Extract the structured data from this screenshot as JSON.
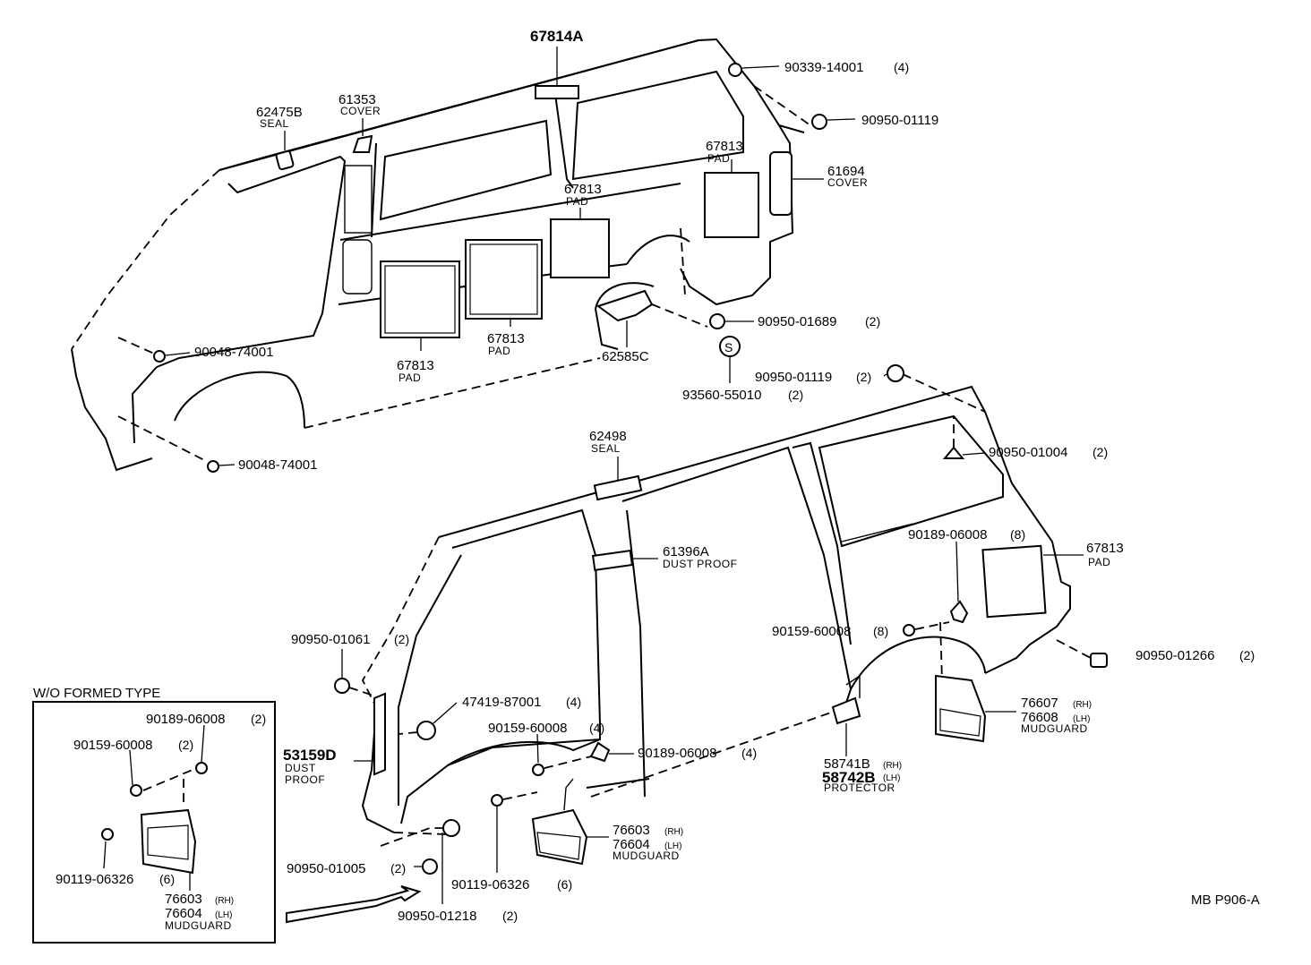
{
  "diagram_id": "MB P906-A",
  "labels": {
    "p67814a": "67814A",
    "p90339": "90339-14001",
    "p90339_qty": "(4)",
    "p90950_01119_top": "90950-01119",
    "p61694": "61694",
    "p61694_sub": "COVER",
    "p62475b": "62475B",
    "p62475b_sub": "SEAL",
    "p61353": "61353",
    "p61353_sub": "COVER",
    "p67813_a": "67813",
    "p67813_a_sub": "PAD",
    "p67813_b": "67813",
    "p67813_b_sub": "PAD",
    "p67813_c": "67813",
    "p67813_c_sub": "PAD",
    "p67813_d": "67813",
    "p67813_d_sub": "PAD",
    "p67813_e": "67813",
    "p67813_e_sub": "PAD",
    "p90950_01689": "90950-01689",
    "p90950_01689_qty": "(2)",
    "p62585c": "62585C",
    "p90048_a": "90048-74001",
    "p90048_b": "90048-74001",
    "p_s_symbol": "S",
    "p93560": "93560-55010",
    "p93560_qty": "(2)",
    "p90950_01119_mid": "90950-01119",
    "p90950_01119_mid_qty": "(2)",
    "p62498": "62498",
    "p62498_sub": "SEAL",
    "p90950_01004": "90950-01004",
    "p90950_01004_qty": "(2)",
    "p61396a": "61396A",
    "p61396a_sub": "DUST PROOF",
    "p90189_top": "90189-06008",
    "p90189_top_qty": "(8)",
    "p90159_top": "90159-60008",
    "p90159_top_qty": "(8)",
    "p90950_01266": "90950-01266",
    "p90950_01266_qty": "(2)",
    "p90950_01061": "90950-01061",
    "p90950_01061_qty": "(2)",
    "p47419": "47419-87001",
    "p47419_qty": "(4)",
    "p90159_mid": "90159-60008",
    "p90159_mid_qty": "(4)",
    "p90189_mid": "90189-06008",
    "p90189_mid_qty": "(4)",
    "p53159d": "53159D",
    "p53159d_sub1": "DUST",
    "p53159d_sub2": "PROOF",
    "p76607": "76607",
    "p76607_side": "(RH)",
    "p76608": "76608",
    "p76608_side": "(LH)",
    "p76607_sub": "MUDGUARD",
    "p58741b": "58741B",
    "p58741b_side": "(RH)",
    "p58742b": "58742B",
    "p58742b_side": "(LH)",
    "p58741b_sub": "PROTECTOR",
    "p76603_main": "76603",
    "p76603_main_side": "(RH)",
    "p76604_main": "76604",
    "p76604_main_side": "(LH)",
    "p76603_main_sub": "MUDGUARD",
    "p90119_main": "90119-06326",
    "p90119_main_qty": "(6)",
    "p90950_01005": "90950-01005",
    "p90950_01005_qty": "(2)",
    "p90950_01218": "90950-01218",
    "p90950_01218_qty": "(2)"
  },
  "inset": {
    "title": "W/O FORMED TYPE",
    "p90189": "90189-06008",
    "p90189_qty": "(2)",
    "p90159": "90159-60008",
    "p90159_qty": "(2)",
    "p90119": "90119-06326",
    "p90119_qty": "(6)",
    "p76603": "76603",
    "p76603_side": "(RH)",
    "p76604": "76604",
    "p76604_side": "(LH)",
    "p76603_sub": "MUDGUARD"
  }
}
